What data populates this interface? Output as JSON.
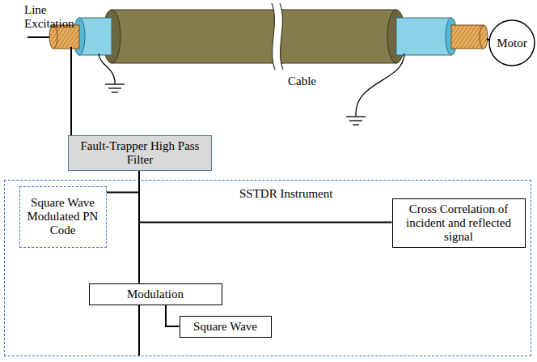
{
  "diagram": {
    "nodes": [
      {
        "text": [
          "Motor"
        ]
      },
      {
        "text": [
          "Fault-Trapper High Pass Filter"
        ]
      },
      {
        "text": [
          "SSTDR Instrument"
        ]
      },
      {
        "text": [
          "Square Wave Modulated PN Code"
        ],
        "in": 2
      },
      {
        "text": [
          "Cross Correlation of incident and reflected signal"
        ],
        "in": 2
      },
      {
        "text": [
          "Modulation"
        ],
        "in": 2
      },
      {
        "text": [
          "Square Wave"
        ],
        "in": 2
      }
    ],
    "edges": [
      {
        "from": 1,
        "to": 5,
        "arrow": "none"
      },
      {
        "from": 1,
        "to": 4,
        "arrow": "none"
      },
      {
        "from": 3,
        "to": 5,
        "arrow": "none"
      },
      {
        "from": 5,
        "to": 6,
        "arrow": "none"
      }
    ],
    "labels": [
      "Line Excitation",
      "Cable"
    ]
  }
}
